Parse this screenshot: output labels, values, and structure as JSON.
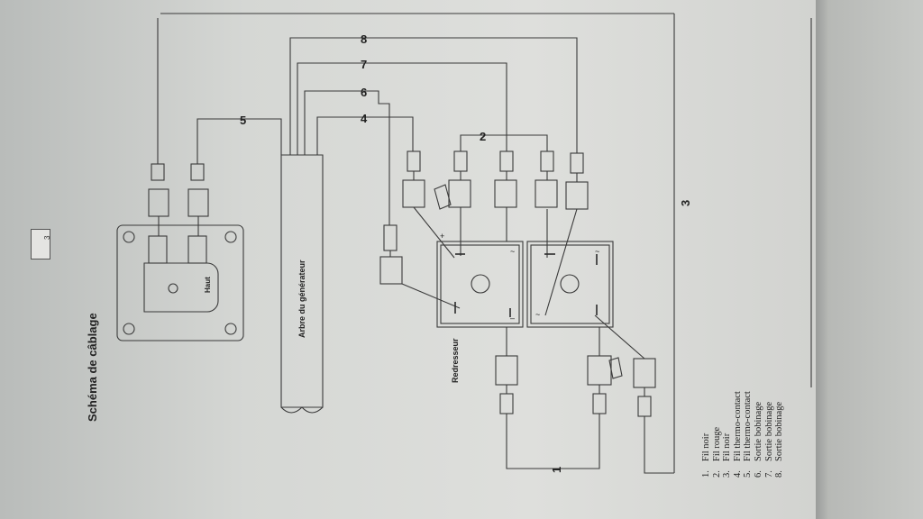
{
  "title": "Schéma de câblage",
  "page_number": "3",
  "labels": {
    "haut": "Haut",
    "shaft": "Arbre du générateur",
    "rectifier": "Redresseur",
    "plus": "+",
    "minus": "–",
    "ac": "~"
  },
  "wire_numbers": [
    "8",
    "7",
    "6",
    "4",
    "5",
    "2",
    "3",
    "1"
  ],
  "legend": [
    {
      "n": "1.",
      "text": "Fil noir"
    },
    {
      "n": "2.",
      "text": "Fil rouge"
    },
    {
      "n": "3.",
      "text": "Fil noir"
    },
    {
      "n": "4.",
      "text": "Fil thermo-contact"
    },
    {
      "n": "5.",
      "text": "Fil thermo-contact"
    },
    {
      "n": "6.",
      "text": "Sortie bobinage"
    },
    {
      "n": "7.",
      "text": "Sortie bobinage"
    },
    {
      "n": "8.",
      "text": "Sortie bobinage"
    }
  ]
}
